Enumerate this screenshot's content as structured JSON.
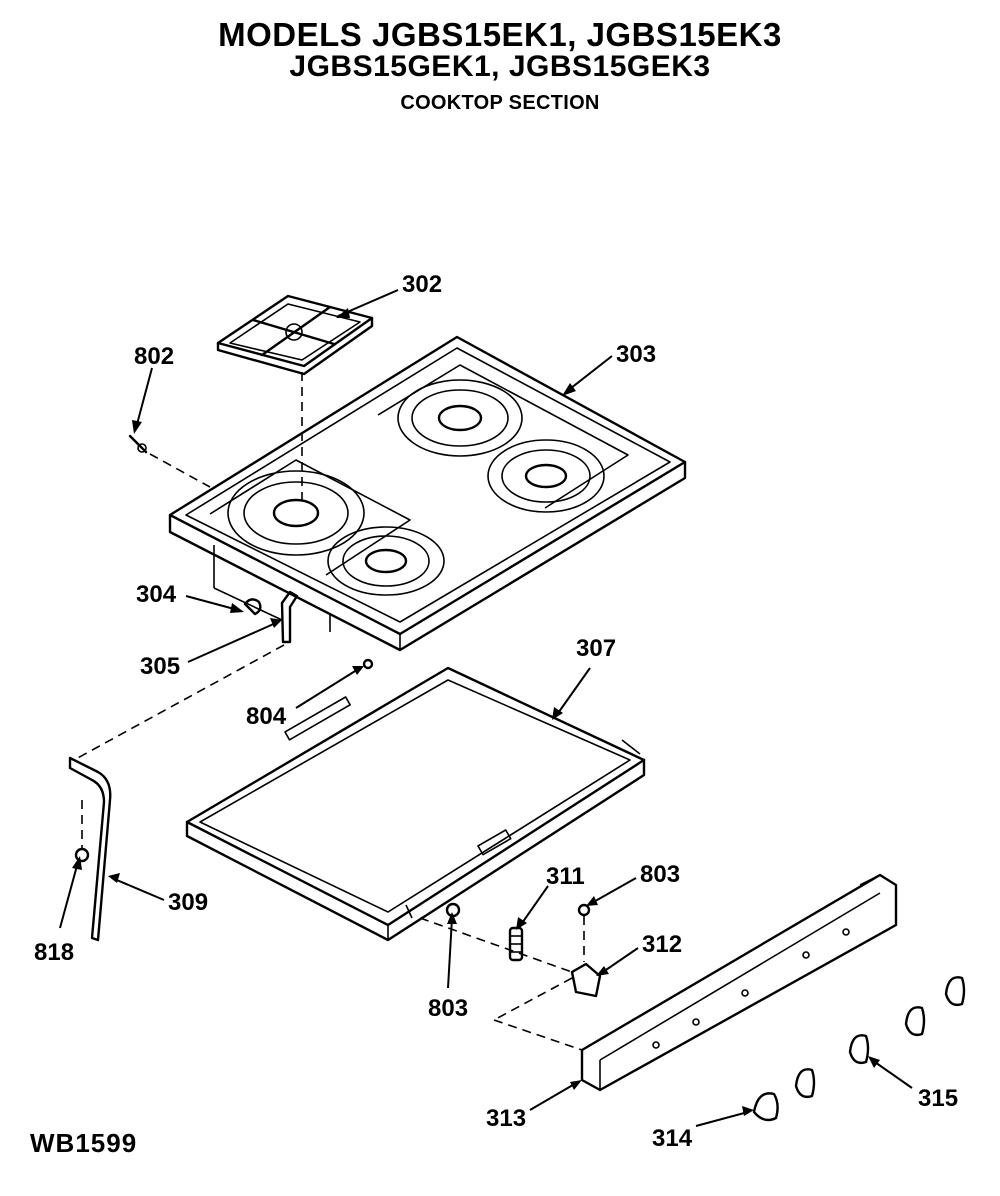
{
  "title": {
    "line1": "MODELS JGBS15EK1, JGBS15EK3",
    "line2": "JGBS15GEK1, JGBS15GEK3",
    "line3": "COOKTOP SECTION"
  },
  "reference": "WB1599",
  "parts": [
    {
      "id": "302",
      "name": "burner grate"
    },
    {
      "id": "303",
      "name": "cooktop"
    },
    {
      "id": "802",
      "name": "screw"
    },
    {
      "id": "304",
      "name": "clip"
    },
    {
      "id": "305",
      "name": "bracket"
    },
    {
      "id": "804",
      "name": "screw"
    },
    {
      "id": "307",
      "name": "cooktop frame"
    },
    {
      "id": "309",
      "name": "support rod"
    },
    {
      "id": "818",
      "name": "screw"
    },
    {
      "id": "311",
      "name": "spring"
    },
    {
      "id": "803",
      "name": "screw"
    },
    {
      "id": "312",
      "name": "hinge bracket"
    },
    {
      "id": "313",
      "name": "control panel"
    },
    {
      "id": "314",
      "name": "knob"
    },
    {
      "id": "315",
      "name": "knob"
    }
  ],
  "labels": {
    "l302": "302",
    "l303": "303",
    "l802": "802",
    "l304": "304",
    "l305": "305",
    "l804": "804",
    "l307": "307",
    "l309": "309",
    "l818": "818",
    "l311": "311",
    "l803a": "803",
    "l312": "312",
    "l803b": "803",
    "l313": "313",
    "l314": "314",
    "l315": "315"
  }
}
